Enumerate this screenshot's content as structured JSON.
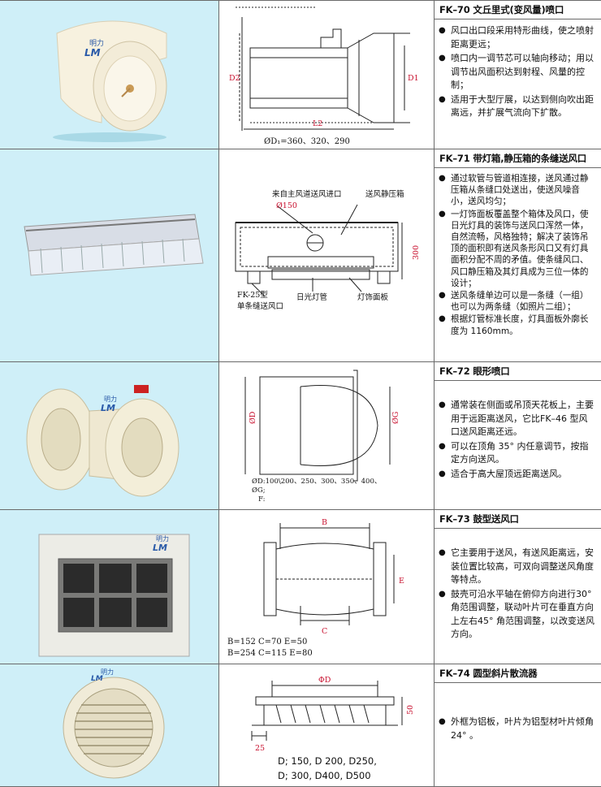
{
  "rows": [
    {
      "title": "FK–70 文丘里式(变风量)喷口",
      "bullets": [
        "风口出口段采用特形曲线，使之喷射距离更远；",
        "喷口内一调节芯可以轴向移动；用以调节出风面积达到射程、风量的控制；",
        "适用于大型厅展，以达到侧向吹出距离远，并扩展气流向下扩散。"
      ],
      "drawing": {
        "labels": {
          "d2": "D2",
          "d1": "D1",
          "l2": "L2"
        },
        "spec": "ØD₁=360、320、290"
      }
    },
    {
      "title": "FK–71 带灯箱,静压箱的条缝送风口",
      "bullets": [
        "通过软管与管道相连接，送风通过静压箱从条缝口处送出，使送风噪音小，送风均匀；",
        "一灯饰面板覆盖整个箱体及风口，使日光灯具的装饰与送风口浑然一体，自然流畅，风格独特；解决了装饰吊顶的面积即有送风条形风口又有灯具面积分配不周的矛值。使条缝风口、风口静压箱及其灯具成为三位一体的设计；",
        "送风条缝单边可以是一条缝（一组）也可以为两条缝（如照片二组）；",
        "根据灯管标准长度，灯具面板外廓长度为 1160mm。"
      ],
      "drawing": {
        "labels": {
          "inlet": "来自主风道送风进口",
          "inlet_size": "Ø150",
          "box": "送风静压箱",
          "height": "300",
          "fk25": "FK-25型",
          "slot": "单条缝送风口",
          "tube": "日光灯管",
          "panel": "灯饰面板"
        }
      }
    },
    {
      "title": "FK–72 眼形喷口",
      "bullets": [
        "通常装在侧面或吊顶天花板上，主要用于远距离送风，它比FK–46 型风口送风距离还远。",
        "可以在顶角 35° 内任意调节，按指定方向送风。",
        "适合于高大屋顶远距离送风。"
      ],
      "drawing": {
        "labels": {
          "d": "ØD",
          "g": "ØG"
        },
        "spec_lines": [
          "ØD:100\\200、250、300、350、400、",
          "ØG;",
          "F:"
        ]
      }
    },
    {
      "title": "FK–73 鼓型送风口",
      "bullets": [
        "它主要用于送风，有送风距离远，安装位置比较高，可双向调整送风角度等特点。",
        "鼓壳可沿水平轴在俯仰方向进行30° 角范围调整，联动叶片可在垂直方向上左右45° 角范围调整，以改变送风方向。"
      ],
      "drawing": {
        "labels": {
          "b": "B",
          "c": "C",
          "e": "E"
        },
        "spec_lines": [
          "B=152   C=70   E=50",
          "B=254   C=115  E=80"
        ]
      }
    },
    {
      "title": "FK–74 圆型斜片散流器",
      "bullets": [
        "外框为铝板，叶片为铝型材叶片倾角 24° 。"
      ],
      "drawing": {
        "labels": {
          "d": "ΦD",
          "h": "50",
          "w": "25"
        },
        "spec_lines": [
          "D;  150,  D 200,  D250,",
          "D;  300,  D400,  D500"
        ]
      }
    }
  ],
  "brand": {
    "cn": "明力",
    "mark": "LM"
  },
  "colors": {
    "photo_bg": "#cfeff8",
    "grid": "#6a6a6a",
    "dim_red": "#c8102e"
  }
}
